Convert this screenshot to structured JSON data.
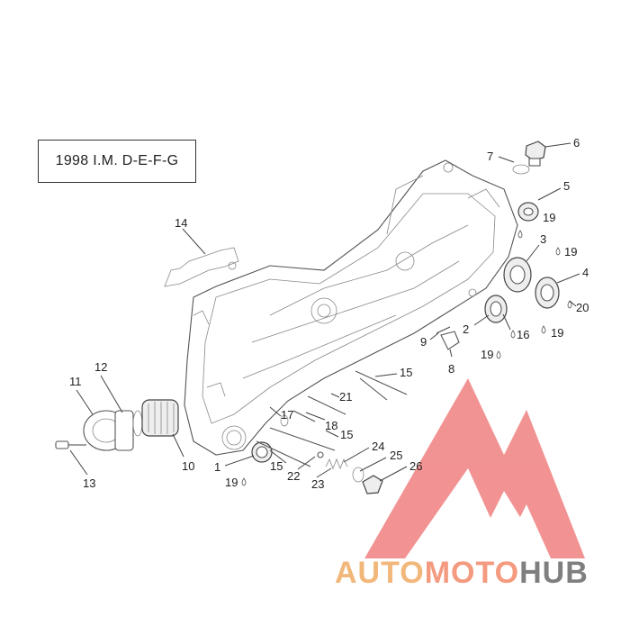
{
  "caption": "1998  I.M. D-E-F-G",
  "callouts": [
    "1",
    "2",
    "3",
    "4",
    "5",
    "6",
    "7",
    "8",
    "9",
    "10",
    "11",
    "12",
    "13",
    "14",
    "15",
    "15",
    "15",
    "16",
    "17",
    "18",
    "19",
    "19",
    "19",
    "19",
    "19",
    "19",
    "20",
    "21",
    "22",
    "23",
    "24",
    "25",
    "26"
  ],
  "watermark": {
    "part1": "AUTO",
    "part2": "MOTO",
    "part3": "HUB",
    "color_auto": "#f2b77a",
    "color_moto": "#f39a7f",
    "color_hub": "#7f7f7f",
    "logo_color": "#f08080"
  }
}
